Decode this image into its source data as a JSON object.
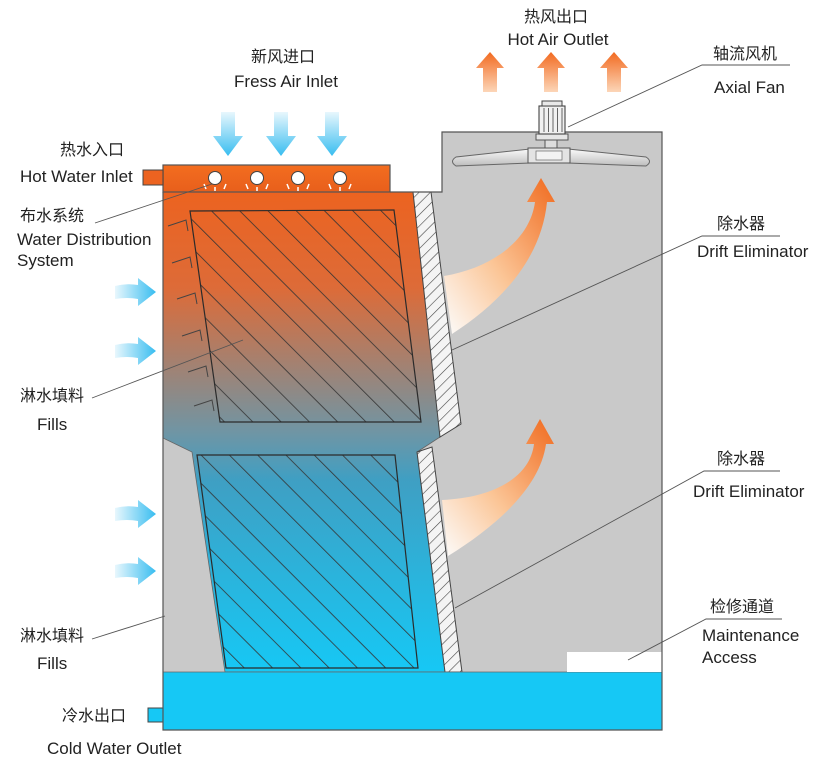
{
  "diagram": {
    "hot_air_outlet": {
      "zh": "热风出口",
      "en": "Hot Air Outlet"
    },
    "fresh_air_inlet": {
      "zh": "新风进口",
      "en": "Fress Air Inlet"
    },
    "axial_fan": {
      "zh": "轴流风机",
      "en": "Axial Fan"
    },
    "hot_water_inlet": {
      "zh": "热水入口",
      "en": "Hot Water Inlet"
    },
    "water_distribution_system": {
      "zh": "布水系统",
      "en_line1": "Water Distribution",
      "en_line2": "System"
    },
    "fills_upper": {
      "zh": "淋水填料",
      "en": "Fills"
    },
    "drift_eliminator_upper": {
      "zh": "除水器",
      "en": "Drift Eliminator"
    },
    "drift_eliminator_lower": {
      "zh": "除水器",
      "en": "Drift Eliminator"
    },
    "fills_lower": {
      "zh": "淋水填料",
      "en": "Fills"
    },
    "maintenance_access": {
      "zh": "检修通道",
      "en_line1": "Maintenance",
      "en_line2": "Access"
    },
    "cold_water_outlet": {
      "zh": "冷水出口",
      "en": "Cold Water Outlet"
    }
  },
  "colors": {
    "hot_water": "#ec6320",
    "cold_water": "#16c8f5",
    "housing": "#c9c9c9",
    "line": "#555555"
  }
}
